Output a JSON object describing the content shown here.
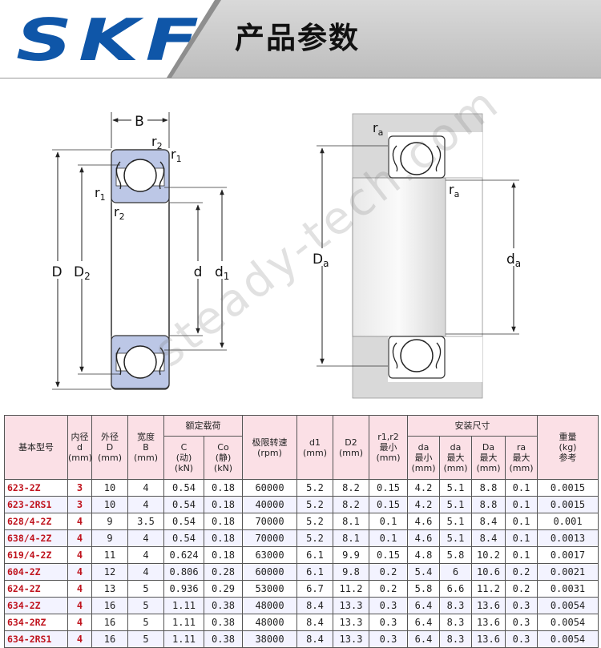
{
  "header": {
    "logo": "SKF",
    "title": "产品参数"
  },
  "diagram": {
    "left_labels": {
      "B": "B",
      "r2_top": "r",
      "r2_top_sub": "2",
      "r1_top": "r",
      "r1_top_sub": "1",
      "r1_left": "r",
      "r1_left_sub": "1",
      "r2_left": "r",
      "r2_left_sub": "2",
      "D": "D",
      "D2": "D",
      "D2_sub": "2",
      "d": "d",
      "d1": "d",
      "d1_sub": "1"
    },
    "right_labels": {
      "ra_top": "r",
      "ra_top_sub": "a",
      "ra_mid": "r",
      "ra_mid_sub": "a",
      "Da": "D",
      "Da_sub": "a",
      "da": "d",
      "da_sub": "a"
    }
  },
  "watermark": "steady-tech.com",
  "table": {
    "headers": {
      "model": "基本型号",
      "bore": [
        "内径",
        "d",
        "(mm)"
      ],
      "outer": [
        "外径",
        "D",
        "(mm)"
      ],
      "width": [
        "宽度",
        "B",
        "(mm)"
      ],
      "rated_load": "额定载荷",
      "c_dyn": [
        "C",
        "(动)",
        "(kN)"
      ],
      "c_stat": [
        "Co",
        "(静)",
        "(kN)"
      ],
      "speed": [
        "极限转速",
        "(rpm)"
      ],
      "d1": [
        "d1",
        "(mm)"
      ],
      "D2": [
        "D2",
        "(mm)"
      ],
      "r12": [
        "r1,r2",
        "最小",
        "(mm)"
      ],
      "install": "安装尺寸",
      "da_min": [
        "da",
        "最小",
        "(mm)"
      ],
      "da_max": [
        "da",
        "最大",
        "(mm)"
      ],
      "Da_max": [
        "Da",
        "最大",
        "(mm)"
      ],
      "ra_max": [
        "ra",
        "最大",
        "(mm)"
      ],
      "weight": [
        "重量",
        "(kg)",
        "参考"
      ]
    },
    "rows": [
      [
        "623-2Z",
        "3",
        "10",
        "4",
        "0.54",
        "0.18",
        "60000",
        "5.2",
        "8.2",
        "0.15",
        "4.2",
        "5.1",
        "8.8",
        "0.1",
        "0.0015"
      ],
      [
        "623-2RS1",
        "3",
        "10",
        "4",
        "0.54",
        "0.18",
        "40000",
        "5.2",
        "8.2",
        "0.15",
        "4.2",
        "5.1",
        "8.8",
        "0.1",
        "0.0015"
      ],
      [
        "628/4-2Z",
        "4",
        "9",
        "3.5",
        "0.54",
        "0.18",
        "70000",
        "5.2",
        "8.1",
        "0.1",
        "4.6",
        "5.1",
        "8.4",
        "0.1",
        "0.001"
      ],
      [
        "638/4-2Z",
        "4",
        "9",
        "4",
        "0.54",
        "0.18",
        "70000",
        "5.2",
        "8.1",
        "0.1",
        "4.6",
        "5.1",
        "8.4",
        "0.1",
        "0.0013"
      ],
      [
        "619/4-2Z",
        "4",
        "11",
        "4",
        "0.624",
        "0.18",
        "63000",
        "6.1",
        "9.9",
        "0.15",
        "4.8",
        "5.8",
        "10.2",
        "0.1",
        "0.0017"
      ],
      [
        "604-2Z",
        "4",
        "12",
        "4",
        "0.806",
        "0.28",
        "60000",
        "6.1",
        "9.8",
        "0.2",
        "5.4",
        "6",
        "10.6",
        "0.2",
        "0.0021"
      ],
      [
        "624-2Z",
        "4",
        "13",
        "5",
        "0.936",
        "0.29",
        "53000",
        "6.7",
        "11.2",
        "0.2",
        "5.8",
        "6.6",
        "11.2",
        "0.2",
        "0.0031"
      ],
      [
        "634-2Z",
        "4",
        "16",
        "5",
        "1.11",
        "0.38",
        "48000",
        "8.4",
        "13.3",
        "0.3",
        "6.4",
        "8.3",
        "13.6",
        "0.3",
        "0.0054"
      ],
      [
        "634-2RZ",
        "4",
        "16",
        "5",
        "1.11",
        "0.38",
        "48000",
        "8.4",
        "13.3",
        "0.3",
        "6.4",
        "8.3",
        "13.6",
        "0.3",
        "0.0054"
      ],
      [
        "634-2RS1",
        "4",
        "16",
        "5",
        "1.11",
        "0.38",
        "38000",
        "8.4",
        "13.3",
        "0.3",
        "6.4",
        "8.3",
        "13.6",
        "0.3",
        "0.0054"
      ]
    ]
  }
}
